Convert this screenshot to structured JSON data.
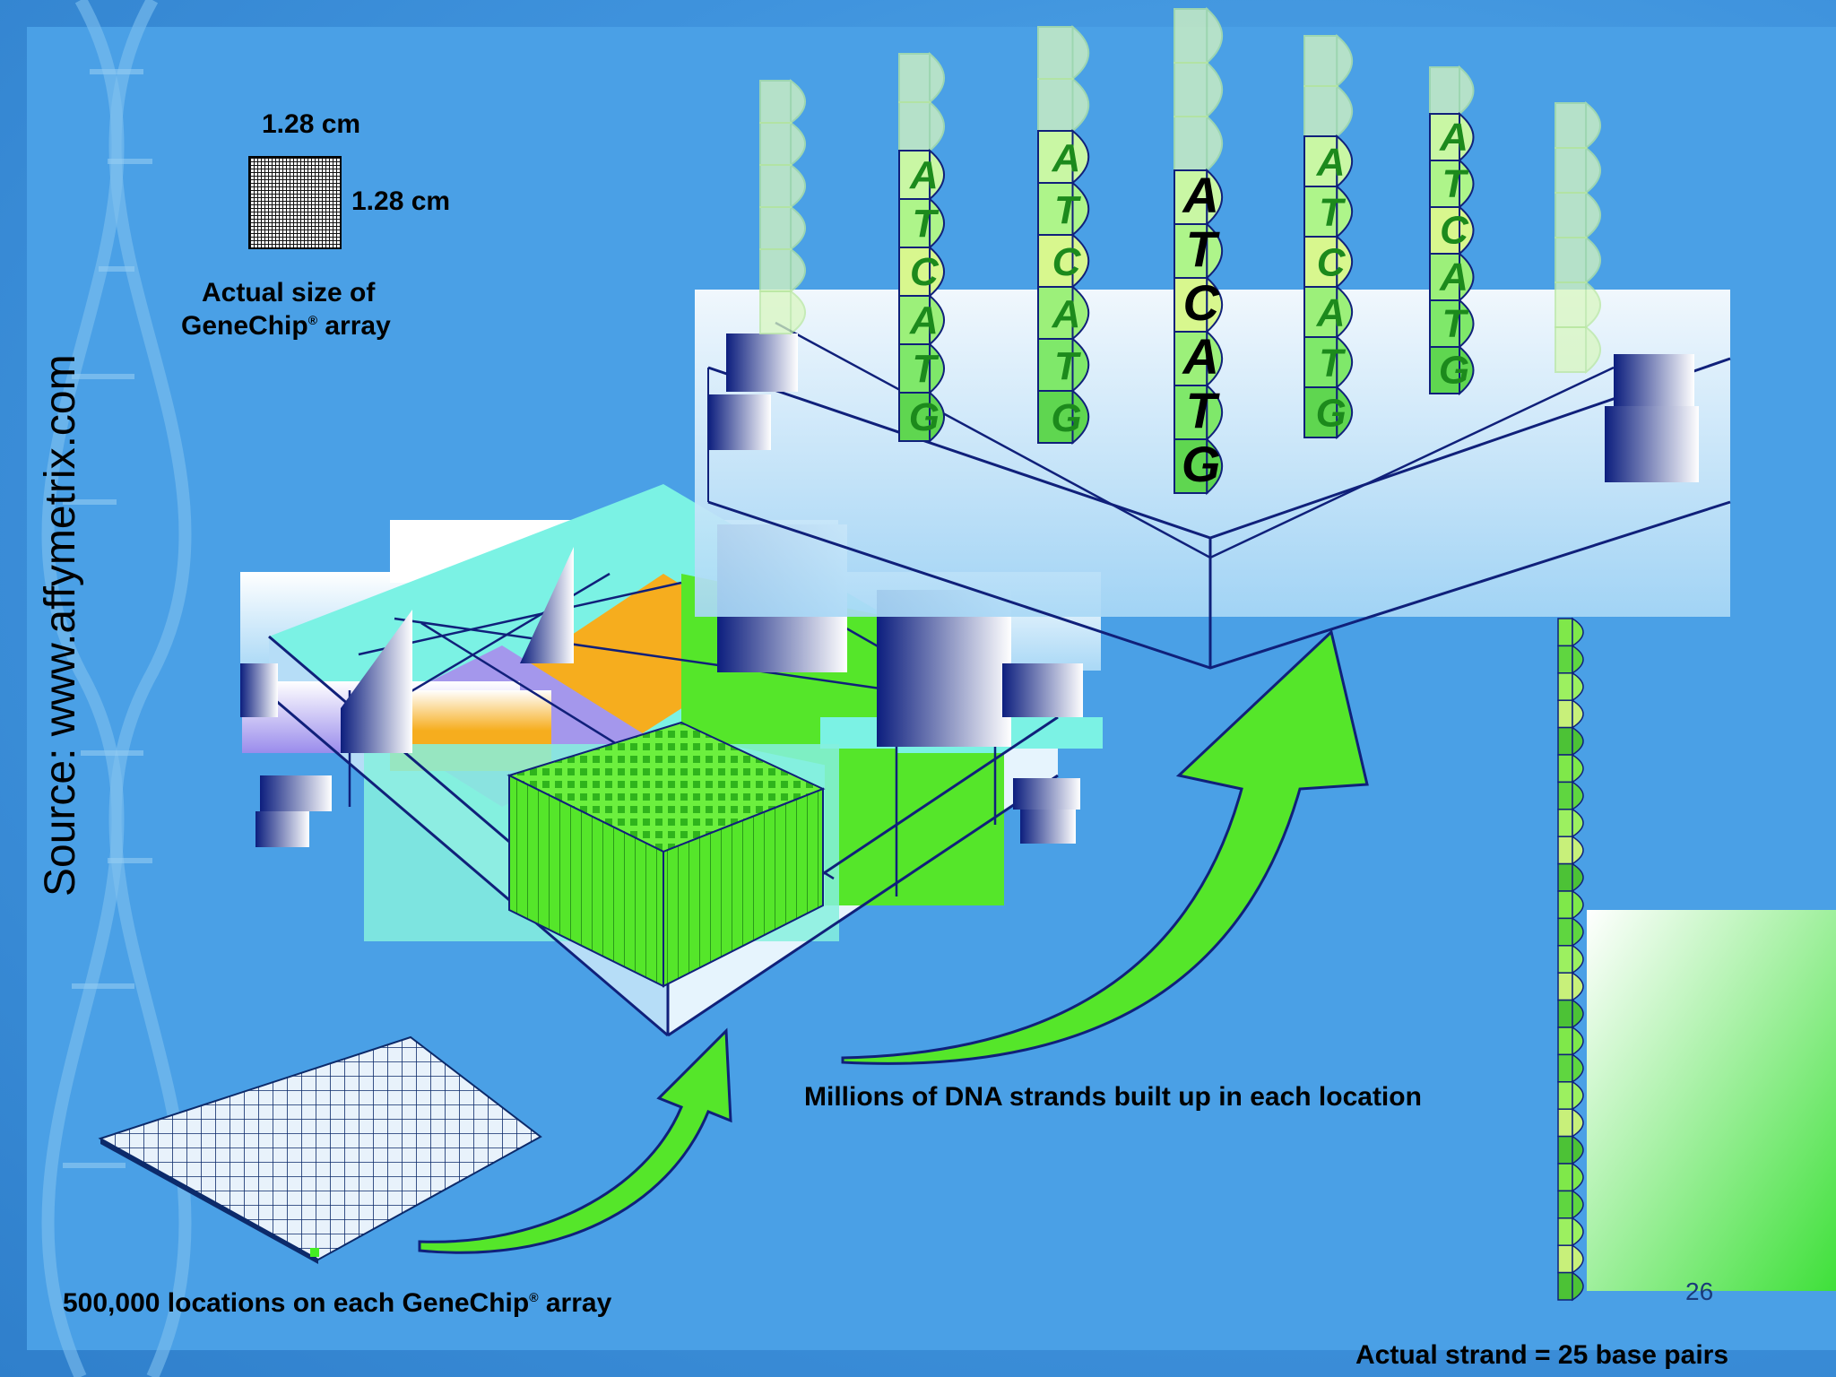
{
  "source": "Source: www.affymetrix.com",
  "chip": {
    "width_label": "1.28 cm",
    "height_label": "1.28 cm",
    "caption_line1": "Actual size of",
    "caption_line2_pre": "GeneChip",
    "caption_line2_sup": "®",
    "caption_line2_post": " array"
  },
  "bottom_label": {
    "pre": "500,000 locations on each GeneChip",
    "sup": "®",
    "post": " array"
  },
  "middle_label": "Millions of DNA strands built up in each location",
  "strand_label": "Actual strand = 25 base pairs",
  "slide_number": "26",
  "strand_letters": [
    "A",
    "T",
    "C",
    "A",
    "T",
    "G"
  ],
  "strand_base_count": 25,
  "colors": {
    "background": "#4aa0e6",
    "arrow": "#55e62a",
    "outline": "#10207a"
  }
}
